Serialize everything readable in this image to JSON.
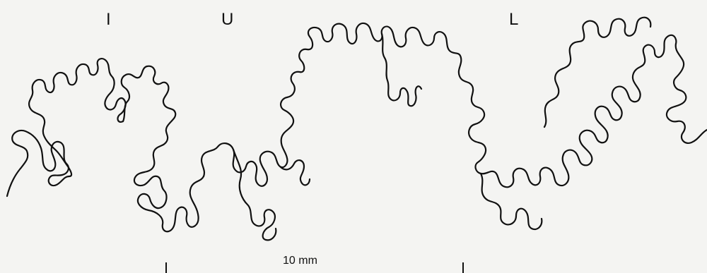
{
  "labels": {
    "first": "I",
    "second": "U",
    "third": "L"
  },
  "scale": {
    "label": "10 mm"
  },
  "colors": {
    "line": "#111111",
    "background": "#f4f4f2"
  }
}
